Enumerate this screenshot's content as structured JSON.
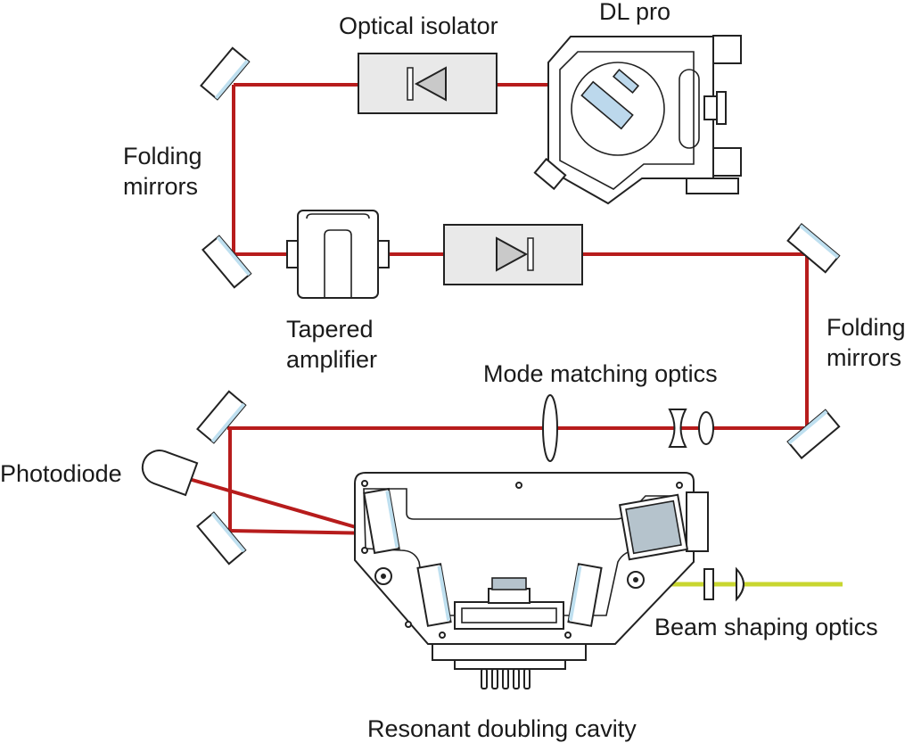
{
  "labels": {
    "optical_isolator": "Optical isolator",
    "dl_pro": "DL pro",
    "folding_mirrors_left_1": "Folding",
    "folding_mirrors_left_2": "mirrors",
    "tapered_amplifier_1": "Tapered",
    "tapered_amplifier_2": "amplifier",
    "folding_mirrors_right_1": "Folding",
    "folding_mirrors_right_2": "mirrors",
    "mode_matching_optics": "Mode matching optics",
    "photodiode": "Photodiode",
    "beam_shaping_optics": "Beam shaping optics",
    "resonant_doubling_cavity": "Resonant doubling cavity"
  },
  "colors": {
    "fundamental_beam": "#b71c1c",
    "doubled_beam": "#c8d630",
    "mirror_coating": "#bfe0f0",
    "crystal": "#b5c3cc",
    "device_fill": "#e9e9e9"
  }
}
